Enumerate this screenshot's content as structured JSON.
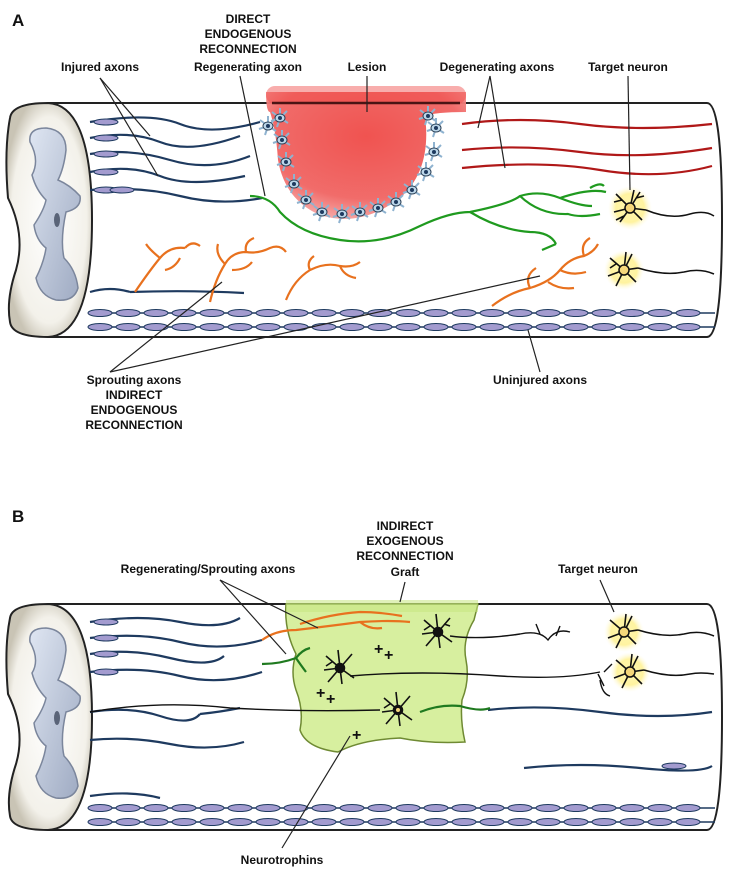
{
  "panel_a": {
    "letter": "A",
    "label_direct": [
      "DIRECT",
      "ENDOGENOUS",
      "RECONNECTION",
      "Regenerating axon"
    ],
    "label_injured": "Injured axons",
    "label_lesion": "Lesion",
    "label_degenerating": "Degenerating axons",
    "label_target": "Target neuron",
    "label_sprouting": [
      "Sprouting axons",
      "INDIRECT",
      "ENDOGENOUS",
      "RECONNECTION"
    ],
    "label_uninjured": "Uninjured axons"
  },
  "panel_b": {
    "letter": "B",
    "label_indirect": [
      "INDIRECT",
      "EXOGENOUS",
      "RECONNECTION"
    ],
    "label_regen_sprout": "Regenerating/Sprouting axons",
    "label_graft": "Graft",
    "label_target": "Target neuron",
    "label_neurotrophins": "Neurotrophins"
  },
  "colors": {
    "injured_axon": "#1e3a5f",
    "degenerating_axon": "#b01818",
    "regenerating_axon": "#1f9a1f",
    "sprouting_axon": "#e8711e",
    "uninjured_myelin": "#a39bcf",
    "lesion": "#ef5350",
    "graft": "#d7ef9f",
    "neurotrophin": "#e0206a",
    "cord_gray_matter": "#b9c3d6"
  }
}
